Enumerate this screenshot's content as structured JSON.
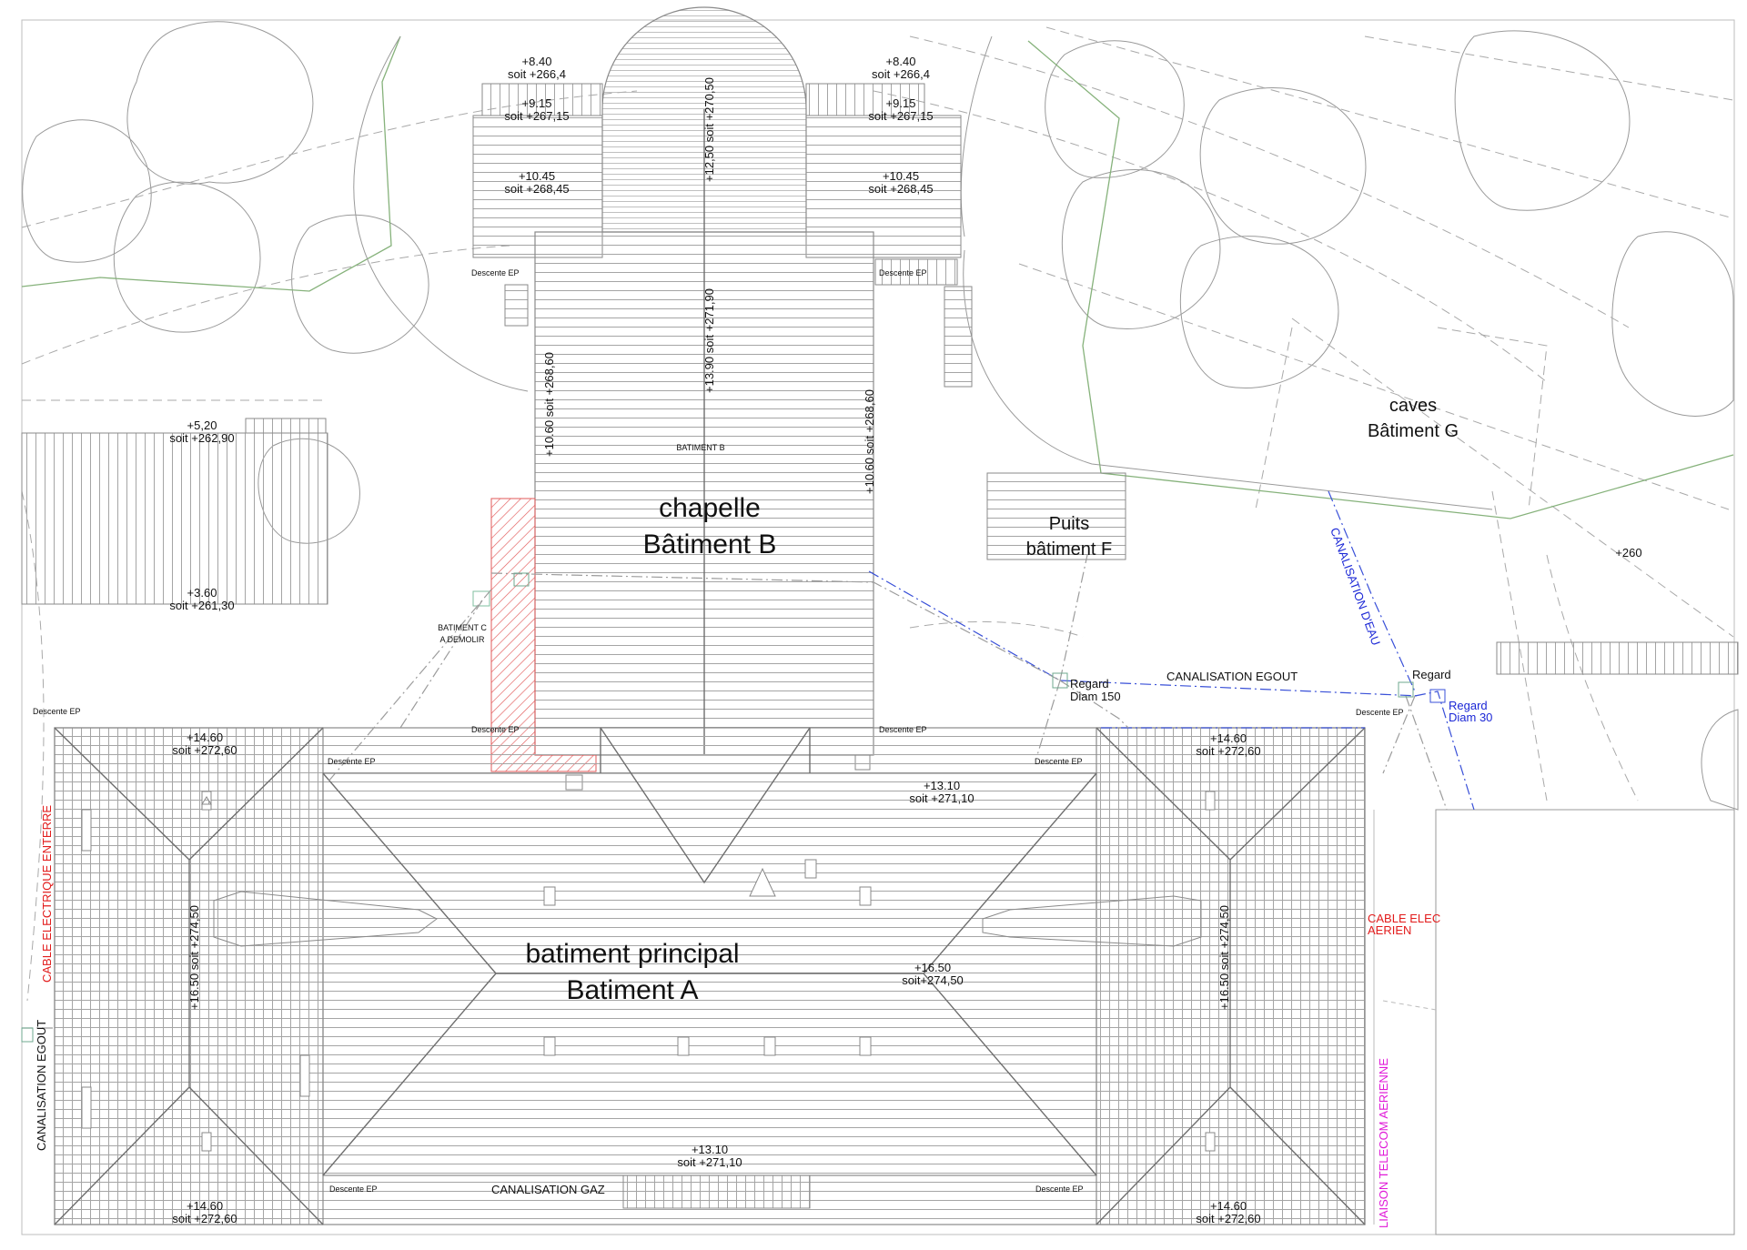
{
  "buildings": {
    "chapelle_line1": "chapelle",
    "chapelle_line2": "Bâtiment B",
    "batiment_b_small": "BATIMENT B",
    "principal_line1": "batiment principal",
    "principal_line2": "Batiment A",
    "caves_line1": "caves",
    "caves_line2": "Bâtiment G",
    "puits_line1": "Puits",
    "puits_line2": "bâtiment F",
    "batiment_c_line1": "BATIMENT C",
    "batiment_c_line2": "A DEMOLIR"
  },
  "levels": {
    "l1_a": "+8.40",
    "l1_b": "soit +266,4",
    "l2_a": "+8.40",
    "l2_b": "soit +266,4",
    "l3_a": "+9.15",
    "l3_b": "soit +267,15",
    "l4_a": "+9.15",
    "l4_b": "soit +267,15",
    "l5_a": "+10.45",
    "l5_b": "soit +268,45",
    "l6_a": "+10.45",
    "l6_b": "soit +268,45",
    "l7": "+12,50 soit +270,50",
    "l8": "+13.90 soit +271,90",
    "l9": "+10.60 soit +268,60",
    "l10": "+10.60 soit +268,60",
    "l11_a": "+5,20",
    "l11_b": "soit +262,90",
    "l12_a": "+3.60",
    "l12_b": "soit +261,30",
    "l13_a": "+14.60",
    "l13_b": "soit +272,60",
    "l14_a": "+14.60",
    "l14_b": "soit +272,60",
    "l15_a": "+13.10",
    "l15_b": "soit +271,10",
    "l16": "+16.50 soit +274,50",
    "l17_a": "+16.50",
    "l17_b": "soit+274,50",
    "l18": "+16.50 soit +274,50",
    "l19_a": "+13.10",
    "l19_b": "soit +271,10",
    "l20_a": "+14.60",
    "l20_b": "soit +272,60",
    "l21_a": "+14.60",
    "l21_b": "soit +272,60",
    "l22": "+260"
  },
  "network": {
    "descente": "Descente EP",
    "regard1_a": "Regard",
    "regard1_b": "Diam 150",
    "regard2": "Regard",
    "regard3_a": "Regard",
    "regard3_b": "Diam 30",
    "canal_egout_h": "CANALISATION EGOUT",
    "canal_egout_v": "CANALISATION EGOUT",
    "canal_gaz": "CANALISATION GAZ",
    "canal_eau": "CANALISATION D'EAU",
    "cable_enterre": "CABLE ELECTRIQUE ENTERRE",
    "cable_aerien_1": "CABLE ELEC",
    "cable_aerien_2": "AERIEN",
    "telecom": "LIAISON TELECOM AERIENNE"
  },
  "colors": {
    "line": "#8a8a8a",
    "electric": "#e21b1b",
    "water": "#1b27d6",
    "telecom": "#e019d8",
    "demolish_hatch": "#e25a5a",
    "boundary": "#86b27b"
  }
}
